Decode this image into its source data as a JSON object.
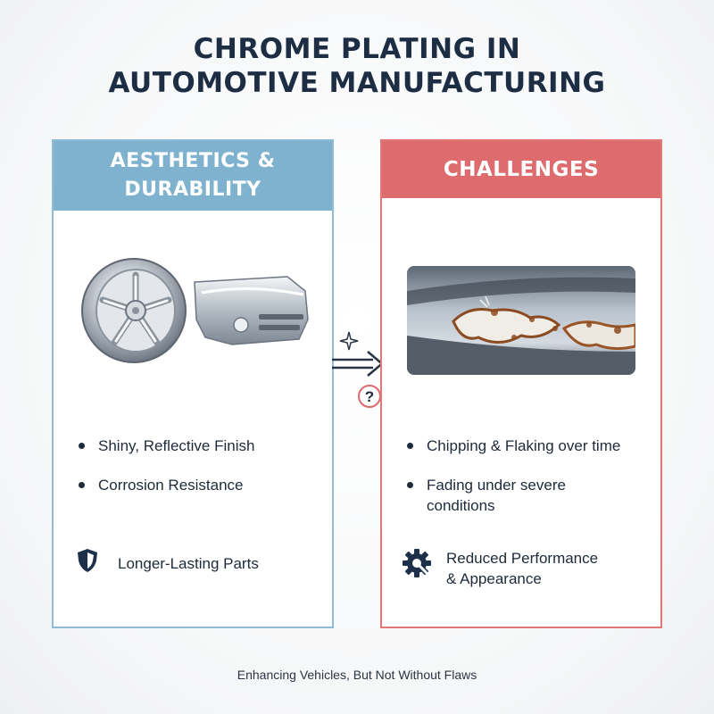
{
  "title": {
    "line1": "CHROME PLATING IN",
    "line2": "AUTOMOTIVE MANUFACTURING"
  },
  "left_panel": {
    "heading_line1": "AESTHETICS &",
    "heading_line2": "DURABILITY",
    "bullets": [
      "Shiny, Reflective Finish",
      "Corrosion Resistance"
    ],
    "footer": "Longer-Lasting Parts",
    "footer_icon": "shield-icon",
    "accent": "#7fb2cf"
  },
  "right_panel": {
    "heading": "CHALLENGES",
    "bullets": [
      "Chipping & Flaking over time",
      "Fading under severe",
      "conditions"
    ],
    "footer_line1": "Reduced Performance",
    "footer_line2": "& Appearance",
    "footer_icon": "gear-icon",
    "accent": "#de6b6d"
  },
  "connector": {
    "symbol": "?",
    "sparkle_icon": "sparkle-icon",
    "arrow_icon": "arrow-right-icon"
  },
  "caption": "Enhancing Vehicles, But Not Without Flaws"
}
